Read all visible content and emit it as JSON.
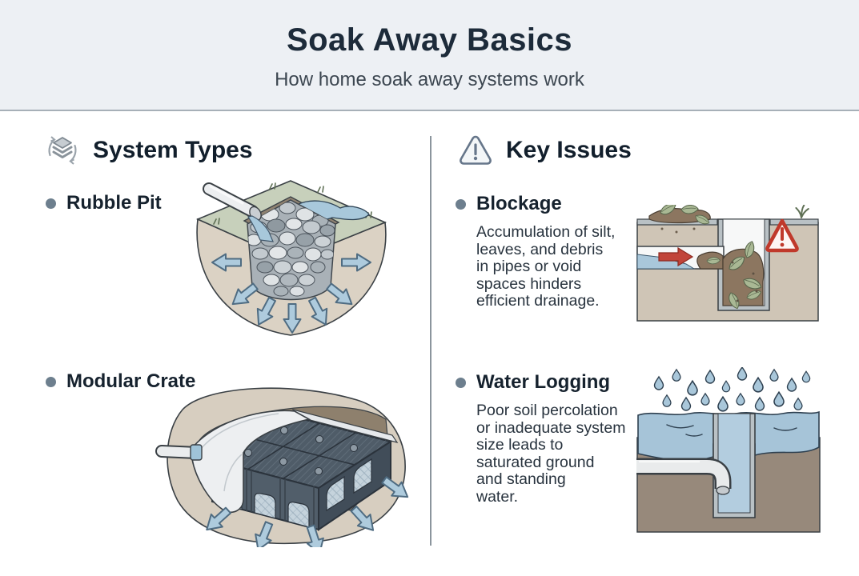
{
  "header": {
    "title": "Soak Away Basics",
    "subtitle": "How home soak away systems work"
  },
  "sections": {
    "system_types": {
      "heading": "System Types",
      "icon": "layers-cycle-icon",
      "items": [
        {
          "label": "Rubble Pit",
          "illustration": "rubble-pit-cutaway"
        },
        {
          "label": "Modular Crate",
          "illustration": "modular-crate-cutaway"
        }
      ]
    },
    "key_issues": {
      "heading": "Key Issues",
      "icon": "warning-triangle-icon",
      "items": [
        {
          "label": "Blockage",
          "description": "Accumulation of silt,\nleaves, and debris\nin pipes or void\nspaces hinders\nefficient drainage.",
          "illustration": "blocked-pipe-and-pit"
        },
        {
          "label": "Water Logging",
          "description": "Poor soil percolation\nor inadequate system\nsize leads to\nsaturated ground\nand standing\nwater.",
          "illustration": "flooded-ground-with-rain"
        }
      ]
    }
  },
  "colors": {
    "header_bg": "#edf0f4",
    "header_border": "#a7b0b8",
    "title": "#1d2b3a",
    "heading": "#121f2c",
    "body_text": "#28333e",
    "bullet": "#6d7f8e",
    "divider": "#8b959d",
    "water_blue": "#a6c4d8",
    "arrow_blue": "#aecbdd",
    "soil_beige": "#d7cec0",
    "soil_brown": "#8e806d",
    "grass_green": "#c7d0bb",
    "crate_slate": "#4f5c68",
    "pipe_gray": "#e9ebec",
    "alert_red": "#c0392b"
  }
}
